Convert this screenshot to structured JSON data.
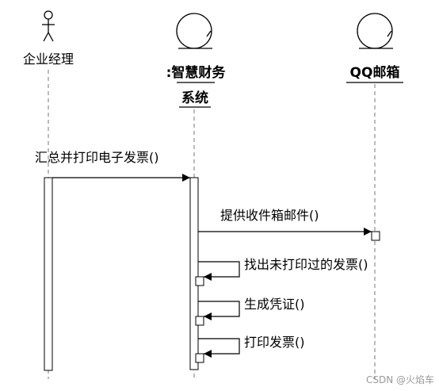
{
  "participants": [
    {
      "id": "manager",
      "kind": "actor",
      "label": "企业经理"
    },
    {
      "id": "system",
      "kind": "entity",
      "label_lines": [
        ":智慧财务",
        "系统"
      ]
    },
    {
      "id": "mail",
      "kind": "entity",
      "label": "QQ邮箱"
    }
  ],
  "messages": [
    {
      "from": "manager",
      "to": "system",
      "label": "汇总并打印电子发票()"
    },
    {
      "from": "system",
      "to": "mail",
      "label": "提供收件箱邮件()"
    },
    {
      "from": "system",
      "to": "system",
      "label": "找出未打印过的发票()"
    },
    {
      "from": "system",
      "to": "system",
      "label": "生成凭证()"
    },
    {
      "from": "system",
      "to": "system",
      "label": "打印发票()"
    }
  ],
  "watermark": "CSDN @火焰车"
}
